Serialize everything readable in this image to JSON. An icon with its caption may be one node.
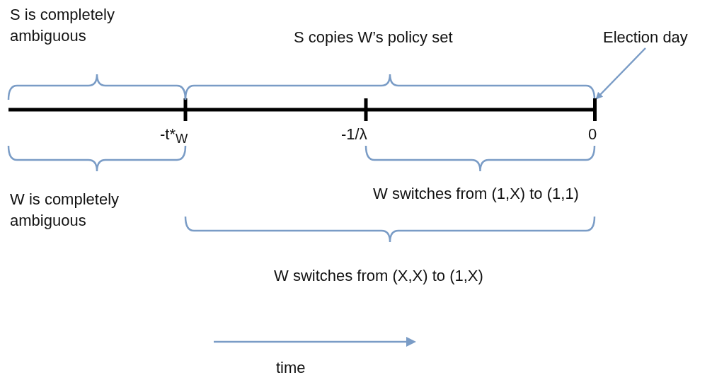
{
  "diagram": {
    "nodes": [
      {
        "text": [
          "Election day"
        ]
      },
      {
        "text": [],
        "shape": "bar"
      }
    ],
    "edges": [
      {
        "from": 0,
        "to": 1,
        "arrow": "to"
      }
    ],
    "labels": [
      "S is completely ambiguous",
      "S copies W’s policy set",
      "-t*$_{W}$",
      "-1/λ",
      "0",
      "W switches from (1,X) to (1,1)",
      "W is completely ambiguous",
      "W switches from (X,X) to (1,X)",
      "time"
    ]
  }
}
